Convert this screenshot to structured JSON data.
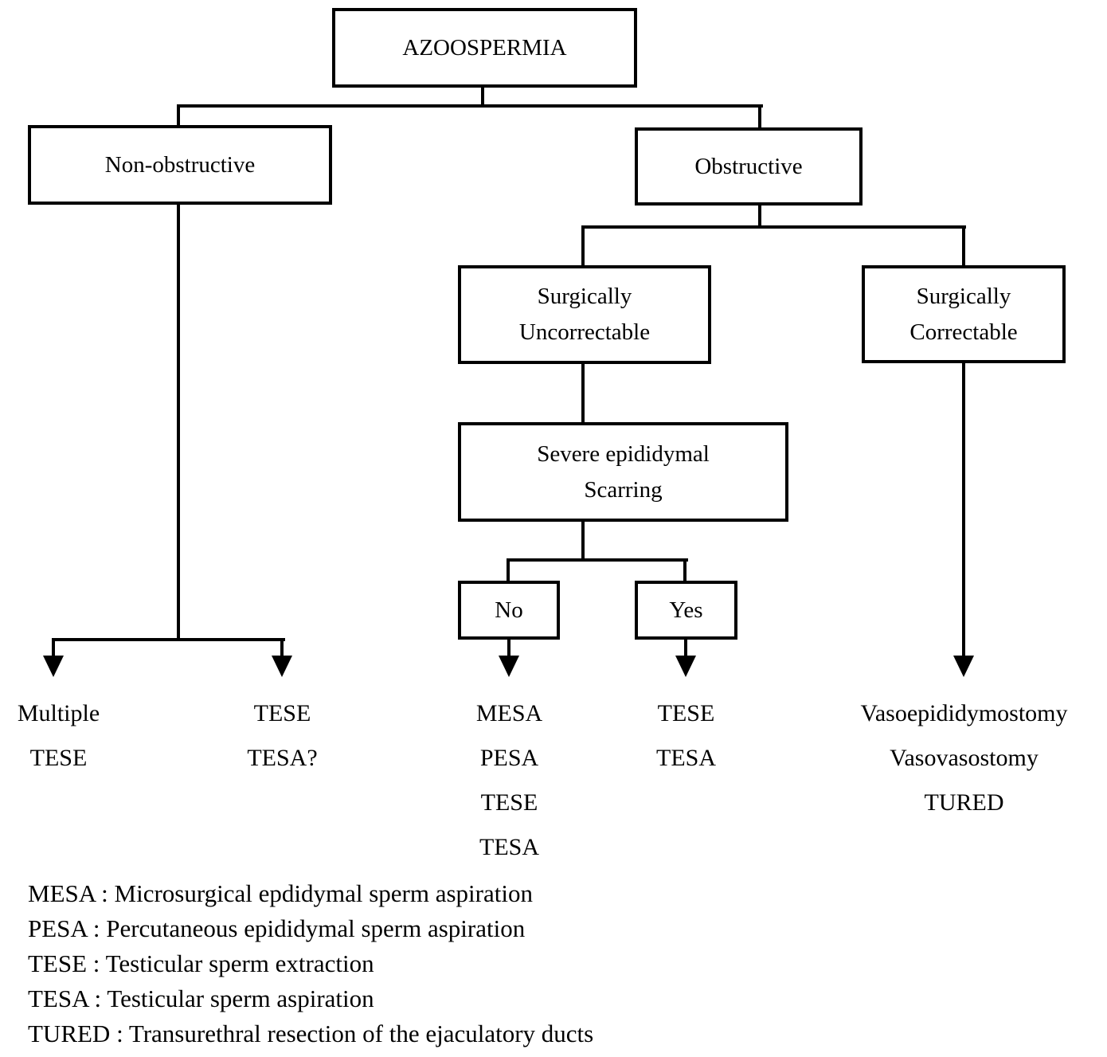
{
  "nodes": {
    "root": "AZOOSPERMIA",
    "non_obstructive": "Non-obstructive",
    "obstructive": "Obstructive",
    "surgically_uncorrectable": "Surgically\nUncorrectable",
    "surgically_correctable": "Surgically\nCorrectable",
    "severe_epididymal_scarring": "Severe epididymal\nScarring",
    "no": "No",
    "yes": "Yes"
  },
  "leaves": {
    "non_obstructive_left": [
      "Multiple",
      "TESE"
    ],
    "non_obstructive_right": [
      "TESE",
      "TESA?"
    ],
    "scarring_no": [
      "MESA",
      "PESA",
      "TESE",
      "TESA"
    ],
    "scarring_yes": [
      "TESE",
      "TESA"
    ],
    "surgically_correctable": [
      "Vasoepididymostomy",
      "Vasovasostomy",
      "TURED"
    ]
  },
  "legend": [
    "MESA : Microsurgical epdidymal sperm aspiration",
    "PESA : Percutaneous epididymal sperm aspiration",
    "TESE : Testicular sperm extraction",
    "TESA : Testicular sperm aspiration",
    "TURED : Transurethral resection of the ejaculatory ducts"
  ],
  "colors": {
    "line": "#000000",
    "background": "#ffffff",
    "text": "#000000"
  }
}
